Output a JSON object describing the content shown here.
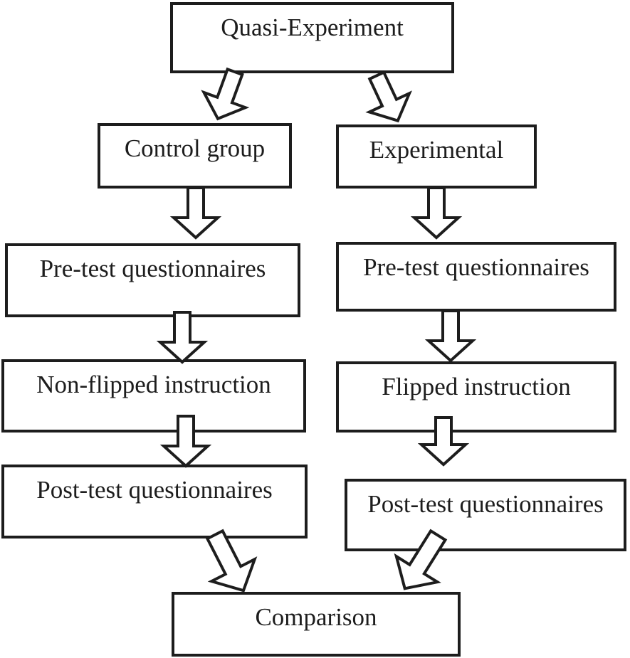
{
  "diagram": {
    "type": "flowchart",
    "colors": {
      "background": "#ffffff",
      "line": "#1d1d1d",
      "node_fill": "#ffffff",
      "text": "#1d1d1d"
    },
    "nodes": {
      "quasi": {
        "label": "Quasi-Experiment"
      },
      "control": {
        "label": "Control group"
      },
      "experimental": {
        "label": "Experimental"
      },
      "pretest_control": {
        "label": "Pre-test questionnaires"
      },
      "pretest_experimental": {
        "label": "Pre-test questionnaires"
      },
      "nonflipped": {
        "label": "Non-flipped instruction"
      },
      "flipped": {
        "label": "Flipped instruction"
      },
      "posttest_control": {
        "label": "Post-test questionnaires"
      },
      "posttest_experimental": {
        "label": "Post-test questionnaires"
      },
      "comparison": {
        "label": "Comparison"
      }
    },
    "edges": [
      {
        "from": "quasi",
        "to": "control"
      },
      {
        "from": "quasi",
        "to": "experimental"
      },
      {
        "from": "control",
        "to": "pretest_control"
      },
      {
        "from": "experimental",
        "to": "pretest_experimental"
      },
      {
        "from": "pretest_control",
        "to": "nonflipped"
      },
      {
        "from": "pretest_experimental",
        "to": "flipped"
      },
      {
        "from": "nonflipped",
        "to": "posttest_control"
      },
      {
        "from": "flipped",
        "to": "posttest_experimental"
      },
      {
        "from": "posttest_control",
        "to": "comparison"
      },
      {
        "from": "posttest_experimental",
        "to": "comparison"
      }
    ]
  }
}
